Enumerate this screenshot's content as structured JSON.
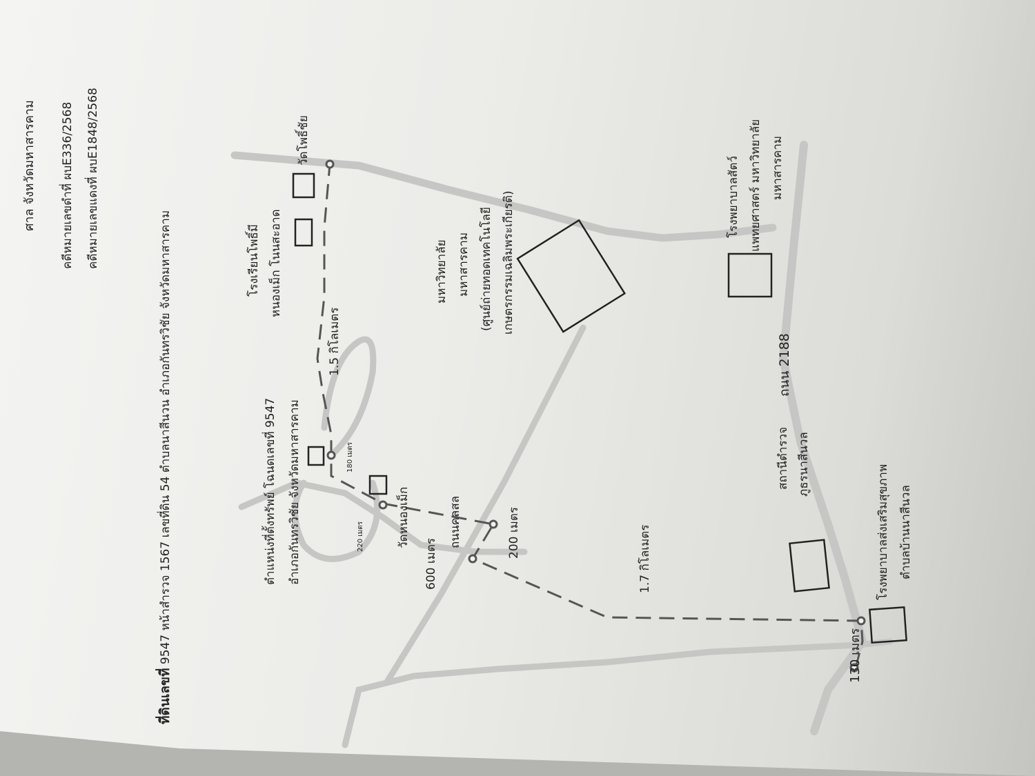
{
  "header": {
    "court": "ศาล จังหวัดมหาสารคาม",
    "black_case": "คดีหมายเลขดำที่ ผบE336/2568",
    "red_case": "คดีหมายเลขแดงที่ ผบE1848/2568",
    "deed_prefix": "ที่ดินเลขที่",
    "deed_rest": " 9547 หน้าสำรวจ 1567 เลขที่ดิน 54 ตำบลนาสีนวน  อำเภอกันทรวิชัย จังหวัดมหาสารคาม"
  },
  "map": {
    "property_line1": "ตำแหน่งที่ตั้งทรัพย์ โฉนดเลขที่ 9547",
    "property_line2": "อำเภอกันทรวิชัย  จังหวัดมหาสารคาม",
    "school_line1": "โรงเรียนโพธิ์มี",
    "school_line2": "หนองเม็ก โนนสะอาด",
    "wat_phochai": "วัดโพธิ์ชัย",
    "dist_1_5km": "1.5 กิโลเมตร",
    "dist_180m": "180 เมตร",
    "dist_220m": "220 เมตร",
    "wat_nongmek": "วัดหนองเม็ก",
    "dist_600m": "600 เมตร",
    "road_khonsol": "ถนนคลสล",
    "dist_200m": "200 เมตร",
    "dist_1_7km": "1.7 กิโลเมตร",
    "dist_130m": "130 เมตร",
    "univ_line1": "มหาวิทยาลัย",
    "univ_line2": "มหาสารคาม",
    "univ_line3": "(ศูนย์ถ่ายทอดเทคโนโลยี",
    "univ_line4": "เกษตรกรรมเฉลิมพระเกียรติ)",
    "road_2188": "ถนน 2188",
    "police_line1": "สถานีตำรวจ",
    "police_line2": "ภูธรนาสีนวล",
    "hospital_line1": "โรงพยาบาลส่งเสริมสุขภาพ",
    "hospital_line2": "ตำบลบ้านนาสีนวล",
    "vet_line1": "โรงพยาบาลสัตว์",
    "vet_line2": "แพทยศาสตร์ มหาวิทยาลัย",
    "vet_line3": "มหาสารคาม"
  },
  "colors": {
    "road": "#c6c6c4",
    "route": "#555555",
    "ink": "#222222"
  }
}
